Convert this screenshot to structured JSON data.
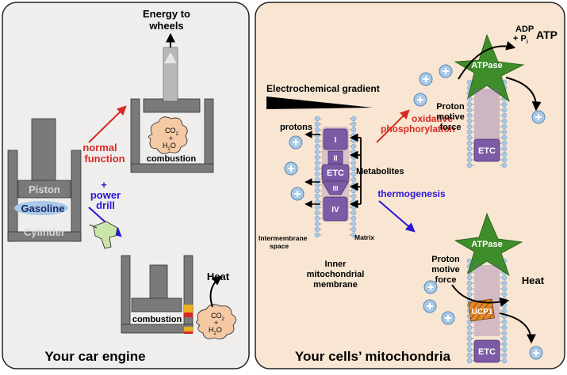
{
  "left_panel": {
    "title": "Your car engine",
    "energy_label_line1": "Energy to",
    "energy_label_line2": "wheels",
    "normal_label_line1": "normal",
    "normal_label_line2": "function",
    "drill_label_line1": "+",
    "drill_label_line2": "power",
    "drill_label_line3": "drill",
    "piston_label": "Piston",
    "gasoline_label": "Gasoline",
    "cylinder_label": "Cylinder",
    "combustion_top_label": "combustion",
    "combustion_bottom_label": "combustion",
    "heat_label": "Heat",
    "co2_top": "CO",
    "co2_sub": "2",
    "plus": "+",
    "h2o_top": "H",
    "h2o_sub": "2",
    "h2o_end": "O",
    "co2_bottom": "CO",
    "colors": {
      "panel_bg": "#efeeec",
      "normal": "#d72a25",
      "drill": "#2a17d8",
      "gas_cloud": "#f4c9a4"
    }
  },
  "right_panel": {
    "title": "Your cells’ mitochondria",
    "gradient_label": "Electrochemical gradient",
    "protons_label": "protons",
    "complex_I": "I",
    "complex_II": "II",
    "complex_ETC": "ETC",
    "complex_III": "III",
    "complex_IV": "IV",
    "metabolites_label": "Metabolites",
    "intermembrane_line1": "Intermembrane",
    "intermembrane_line2": "space",
    "matrix_label": "Matrix",
    "membrane_line1": "Inner",
    "membrane_line2": "mitochondrial",
    "membrane_line3": "membrane",
    "oxphos_line1": "oxidative",
    "oxphos_line2": "phosphorylation",
    "thermogenesis_label": "thermogenesis",
    "atpase_top": "ATPase",
    "atpase_bottom": "ATPase",
    "pmf_top_line1": "Proton",
    "pmf_top_line2": "motive",
    "pmf_top_line3": "force",
    "pmf_bottom_line1": "Proton",
    "pmf_bottom_line2": "motive",
    "pmf_bottom_line3": "force",
    "etc_top": "ETC",
    "etc_bottom": "ETC",
    "adp_line1": "ADP",
    "adp_line2": "+ P",
    "adp_sub": "i",
    "atp_label": "ATP",
    "heat_label": "Heat",
    "ucp1_label": "UCP1",
    "proton_sign": "+",
    "colors": {
      "panel_bg": "#f8e6d2",
      "complex": "#7c5ba6",
      "atpase": "#3e8c2a",
      "proton": "#a9c9e6",
      "ucp1": "#e08a2c",
      "oxphos": "#d72a25",
      "thermo": "#2a17d8"
    }
  }
}
